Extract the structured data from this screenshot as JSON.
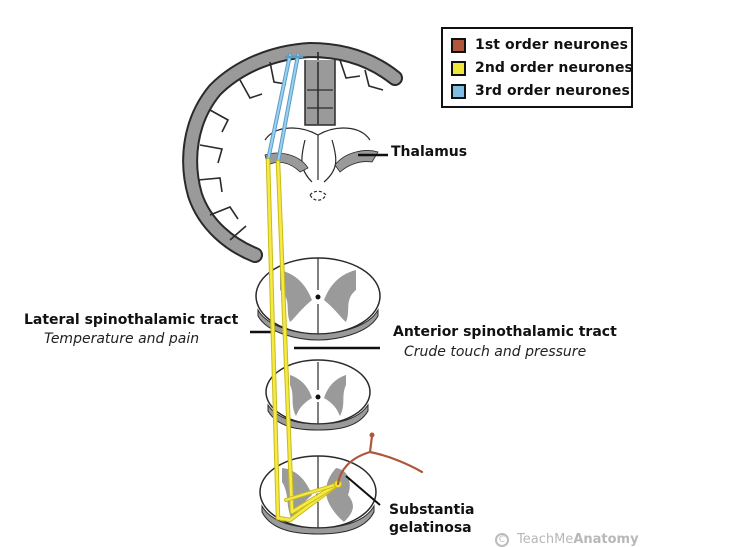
{
  "legend": {
    "items": [
      {
        "label": "1st order neurones",
        "color": "#b0563a"
      },
      {
        "label": "2nd order neurones",
        "color": "#f2e53a"
      },
      {
        "label": "3rd order neurones",
        "color": "#7fbde4"
      }
    ]
  },
  "labels": {
    "thalamus": "Thalamus",
    "lateral_tract": {
      "title": "Lateral spinothalamic tract",
      "subtitle": "Temperature and pain"
    },
    "anterior_tract": {
      "title": "Anterior spinothalamic tract",
      "subtitle": "Crude touch and pressure"
    },
    "substantia": {
      "line1": "Substantia",
      "line2": "gelatinosa"
    }
  },
  "watermark": {
    "symbol": "C",
    "prefix": "TeachMe",
    "suffix": "Anatomy"
  },
  "colors": {
    "grey_matter": "#9a9a9a",
    "outline": "#2a2a2a",
    "first_order": "#b0563a",
    "second_order": "#f2e53a",
    "third_order": "#7fbde4"
  }
}
